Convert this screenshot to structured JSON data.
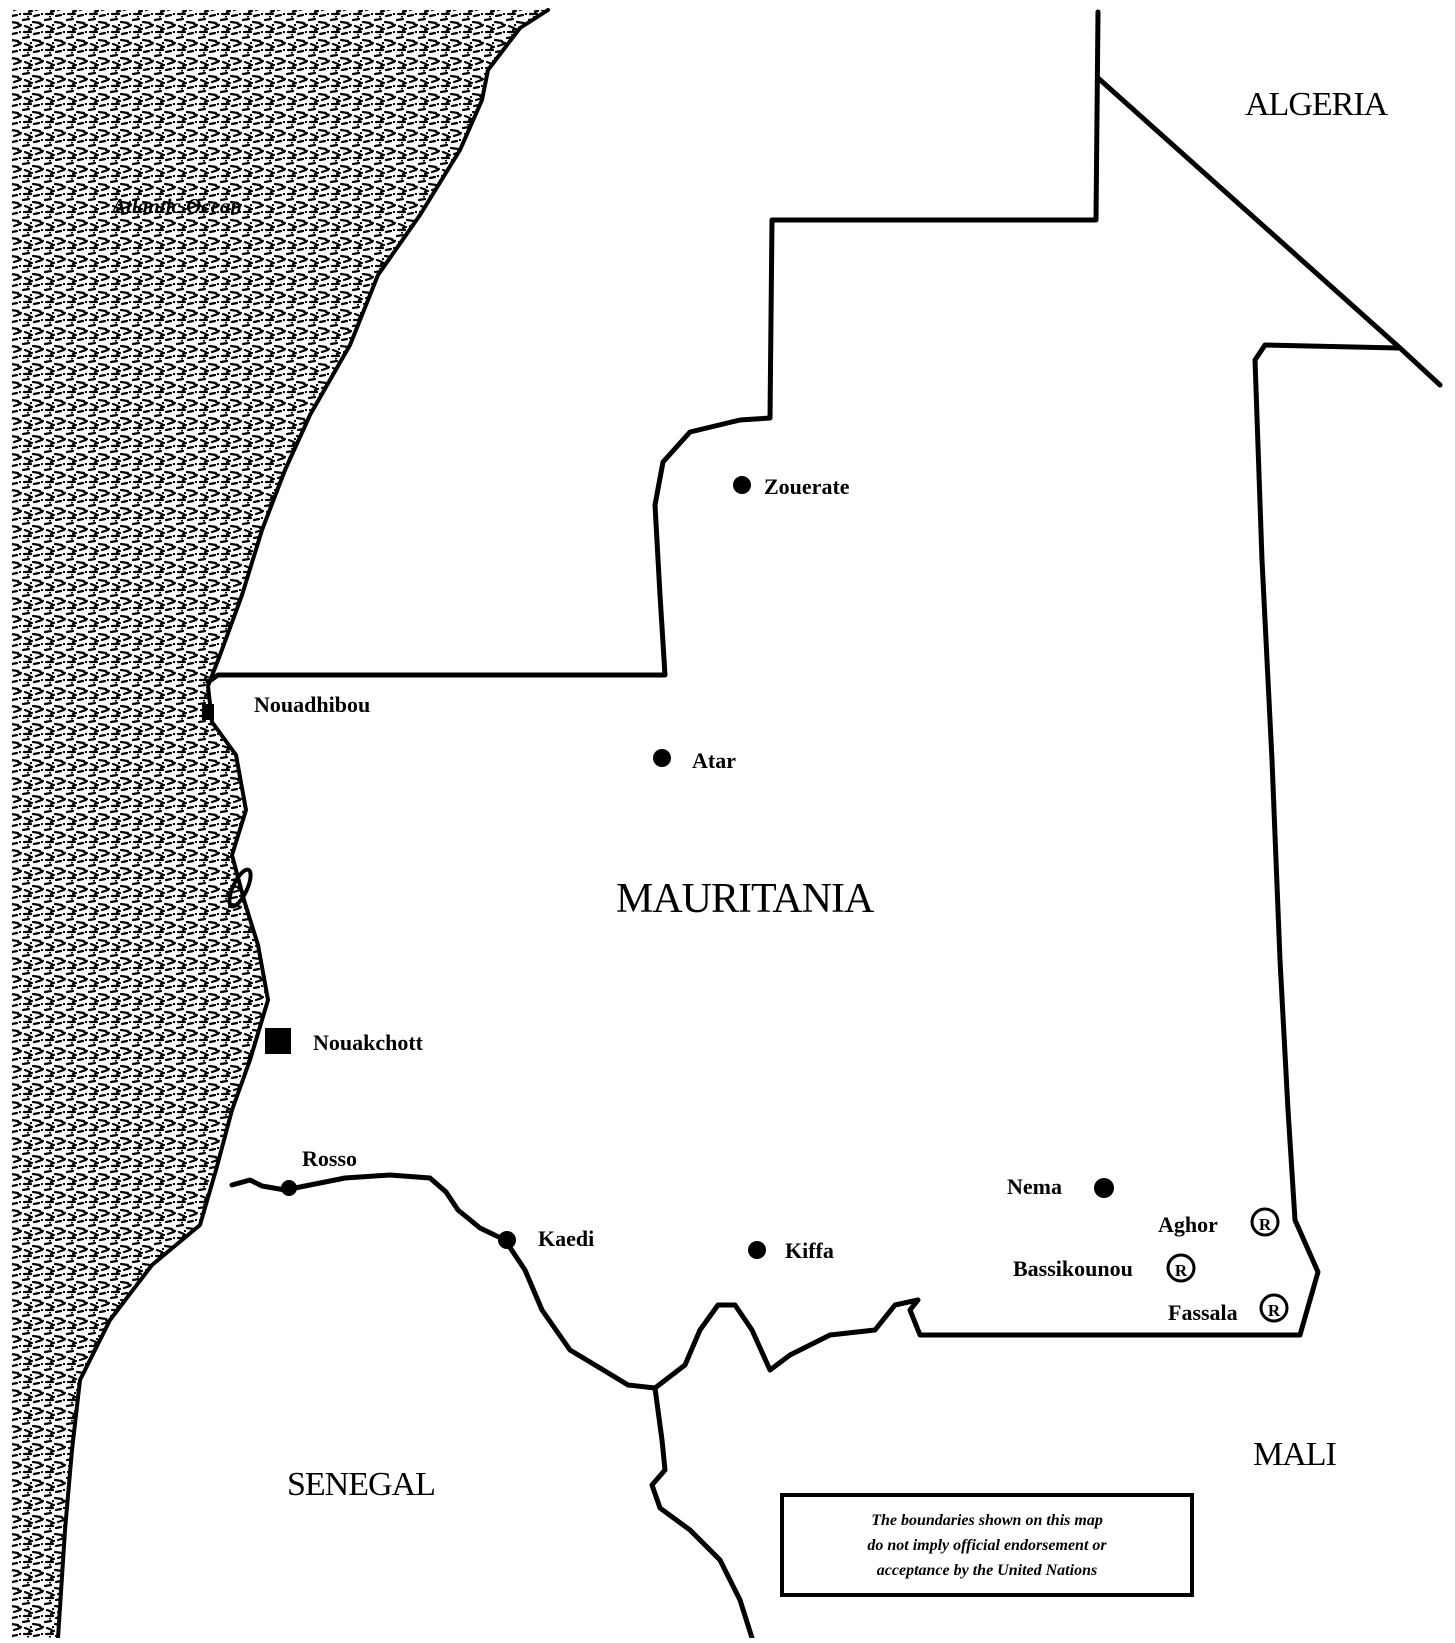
{
  "map": {
    "countries": {
      "algeria": "ALGERIA",
      "mauritania": "MAURITANIA",
      "senegal": "SENEGAL",
      "mali": "MALI"
    },
    "ocean": "Atlantic Ocean",
    "cities": {
      "zouerate": "Zouerate",
      "nouadhibou": "Nouadhibou",
      "atar": "Atar",
      "nouakchott": "Nouakchott",
      "rosso": "Rosso",
      "kaedi": "Kaedi",
      "kiffa": "Kiffa",
      "nema": "Nema",
      "aghor": "Aghor",
      "bassikounou": "Bassikounou",
      "fassala": "Fassala"
    },
    "refugee_marker": "R",
    "disclaimer": {
      "line1": "The boundaries shown on this map",
      "line2": "do not imply official endorsement or",
      "line3": "acceptance by the United Nations"
    }
  }
}
